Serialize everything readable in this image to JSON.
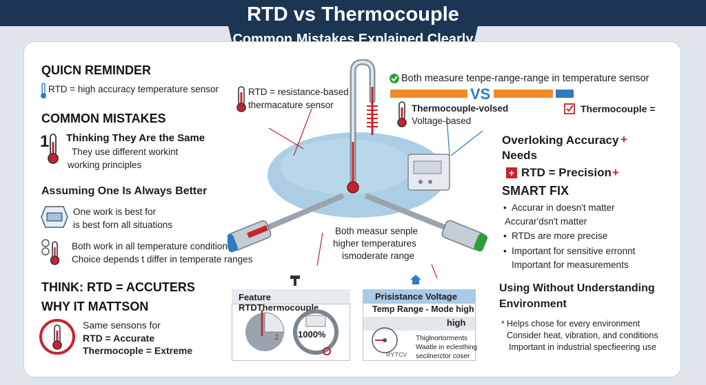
{
  "header": {
    "title": "RTD vs Thermocouple",
    "subtitle": "Common Mistakes Explained Clearly"
  },
  "left": {
    "quick_reminder_title": "QUICN REMINDER",
    "quick_reminder_text": "RTD = high accuracy temperature sensor",
    "common_mistakes_title": "COMMON MISTAKES",
    "mistake1_number": "1",
    "mistake1_title": "Thinking They Are the Same",
    "mistake1_line1": "They use different workint",
    "mistake1_line2": "working principles",
    "mistake2_title": "Assuming One Is Always Better",
    "mistake2_line1": "One work is best for",
    "mistake2_line2": "is best forn all situations",
    "mistake3_line1": "Both work in all temperature conditions",
    "mistake3_line2": "Choice depends t differ in temperate ranges",
    "think_title": "THINK: RTD = ACCUTERS",
    "why_title": "WHY IT MATTSON",
    "why_line1": "Same sensons for",
    "why_line2": "RTD = Accurate",
    "why_line3": "Thermocople = Extreme"
  },
  "center": {
    "rtd_label_line1": "RTD = resistance-based",
    "rtd_label_line2": "thermacature sensor",
    "both_measure_line1": "Both measur senple",
    "both_measure_line2": "higher temperatures",
    "both_measure_line3": "ismoderate range",
    "table1_header": "Feature RTDThermocouple",
    "table1_value": "1000%",
    "table1_mark": "2",
    "table2_header": "Prisistance Voltage",
    "table2_row1": "Temp Range - Mode high",
    "table2_row2": "high",
    "table2_note1": "Thiglnortorments",
    "table2_note2": "Waatle in eclesthing",
    "table2_note3": "secilnerctor coser",
    "table2_gauge_label": "RYTCV"
  },
  "top_right": {
    "both_measure": "Both measure tenpe-range-range in temperature sensor",
    "vs": "VS",
    "thermo_line1": "Thermocouple-volsed",
    "thermo_line2": "Voltage-based",
    "thermo_eq": "Thermocouple ="
  },
  "right": {
    "overlook_title_line1": "Overloking Accuracy",
    "overlook_title_line2": "Needs",
    "plus": "+",
    "rtd_precision": "RTD = Precision",
    "smart_fix": "SMART FIX",
    "bullet1": "Accurar in doesn't matter",
    "bullet1b": "Accurar'dsn't matter",
    "bullet2": "RTDs are more precise",
    "bullet3": "Important for sensitive erronnt",
    "bullet3b": "Important for measurements",
    "env_title_line1": "Using Without Understanding",
    "env_title_line2": "Environment",
    "env_line1": "Helps chose for every environment",
    "env_line2": "Consider heat, vibration, and conditions",
    "env_line3": "Important in industrial specfieering use"
  },
  "colors": {
    "banner": "#1b3553",
    "accent_red": "#c8232c",
    "accent_blue": "#2e7ac4",
    "accent_orange": "#f28a2b",
    "accent_green": "#2f9e3a"
  }
}
